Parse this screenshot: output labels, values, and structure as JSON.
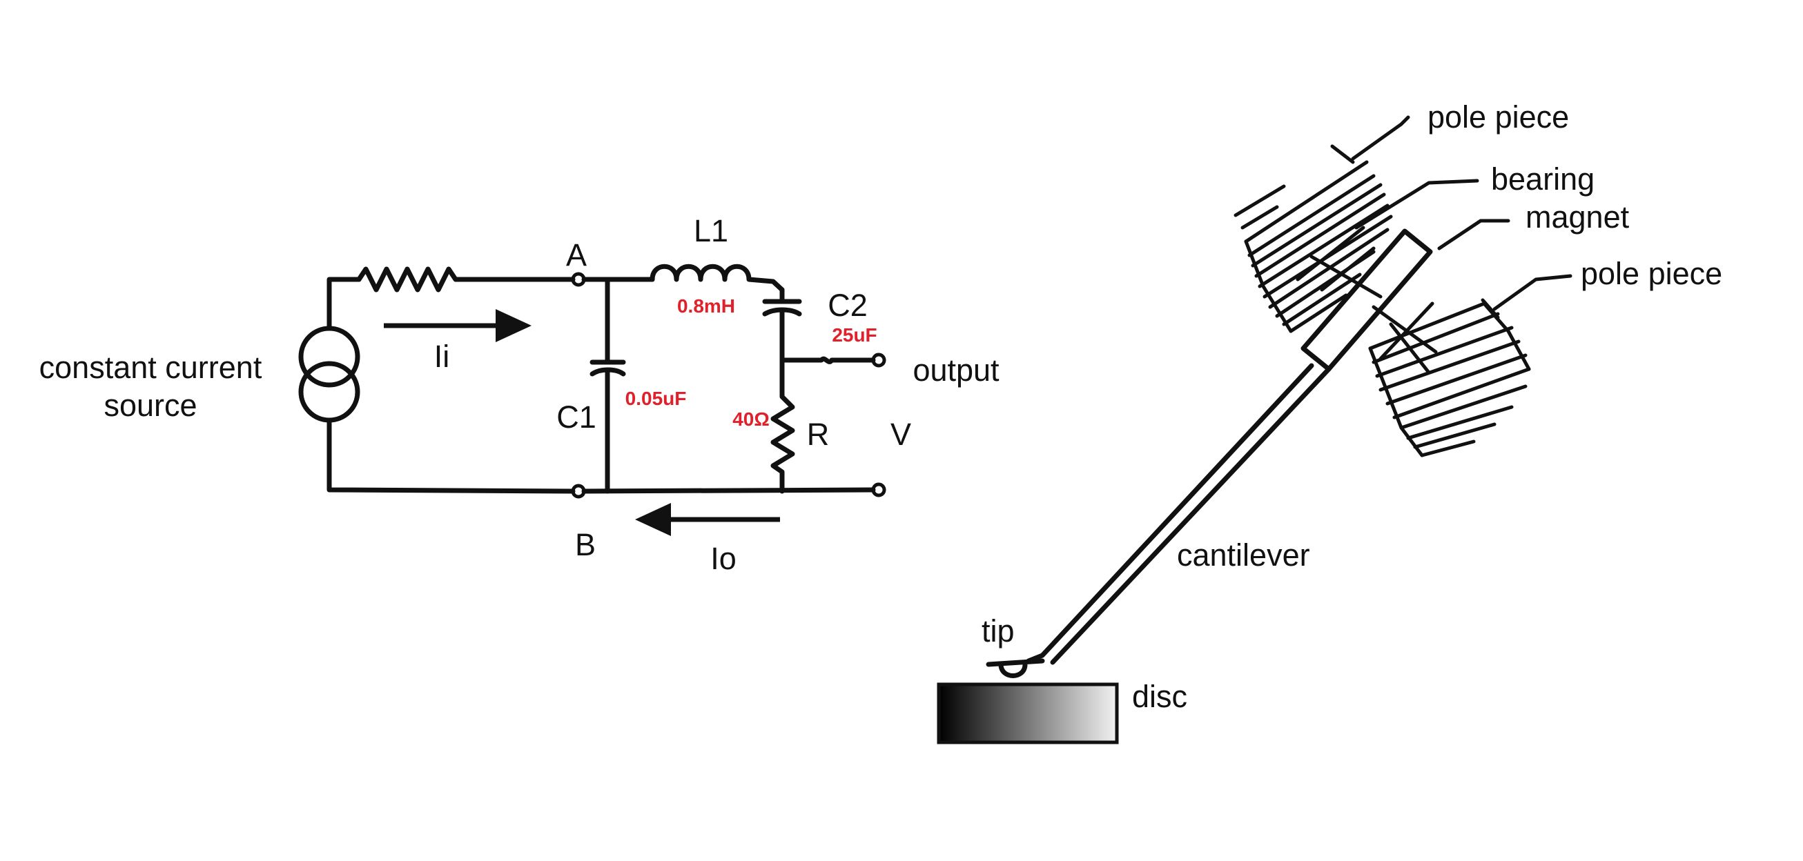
{
  "circuit": {
    "source_label_line1": "constant current",
    "source_label_line2": "source",
    "node_a": "A",
    "node_b": "B",
    "inductor_name": "L1",
    "inductor_value": "0.8mH",
    "cap1_name": "C1",
    "cap1_value": "0.05uF",
    "cap2_name": "C2",
    "cap2_value": "25uF",
    "resistor_name": "R",
    "resistor_value": "40Ω",
    "output_label": "output",
    "voltage_label": "V",
    "input_current_label": "Ii",
    "output_current_label": "Io"
  },
  "cartridge": {
    "pole_piece_top": "pole piece",
    "bearing": "bearing",
    "magnet": "magnet",
    "pole_piece_right": "pole piece",
    "cantilever": "cantilever",
    "tip": "tip",
    "disc": "disc"
  },
  "colors": {
    "ink": "#111111",
    "value_red": "#e0202a"
  }
}
